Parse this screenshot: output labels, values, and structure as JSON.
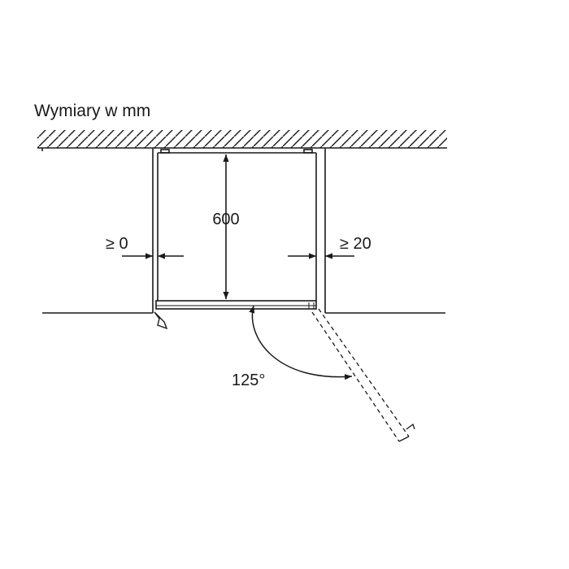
{
  "title": "Wymiary w mm",
  "labels": {
    "depth": "600",
    "left_gap": "≥ 0",
    "right_gap": "≥ 20",
    "door_angle": "125°"
  },
  "colors": {
    "line": "#1a1a1a",
    "background": "#ffffff"
  }
}
